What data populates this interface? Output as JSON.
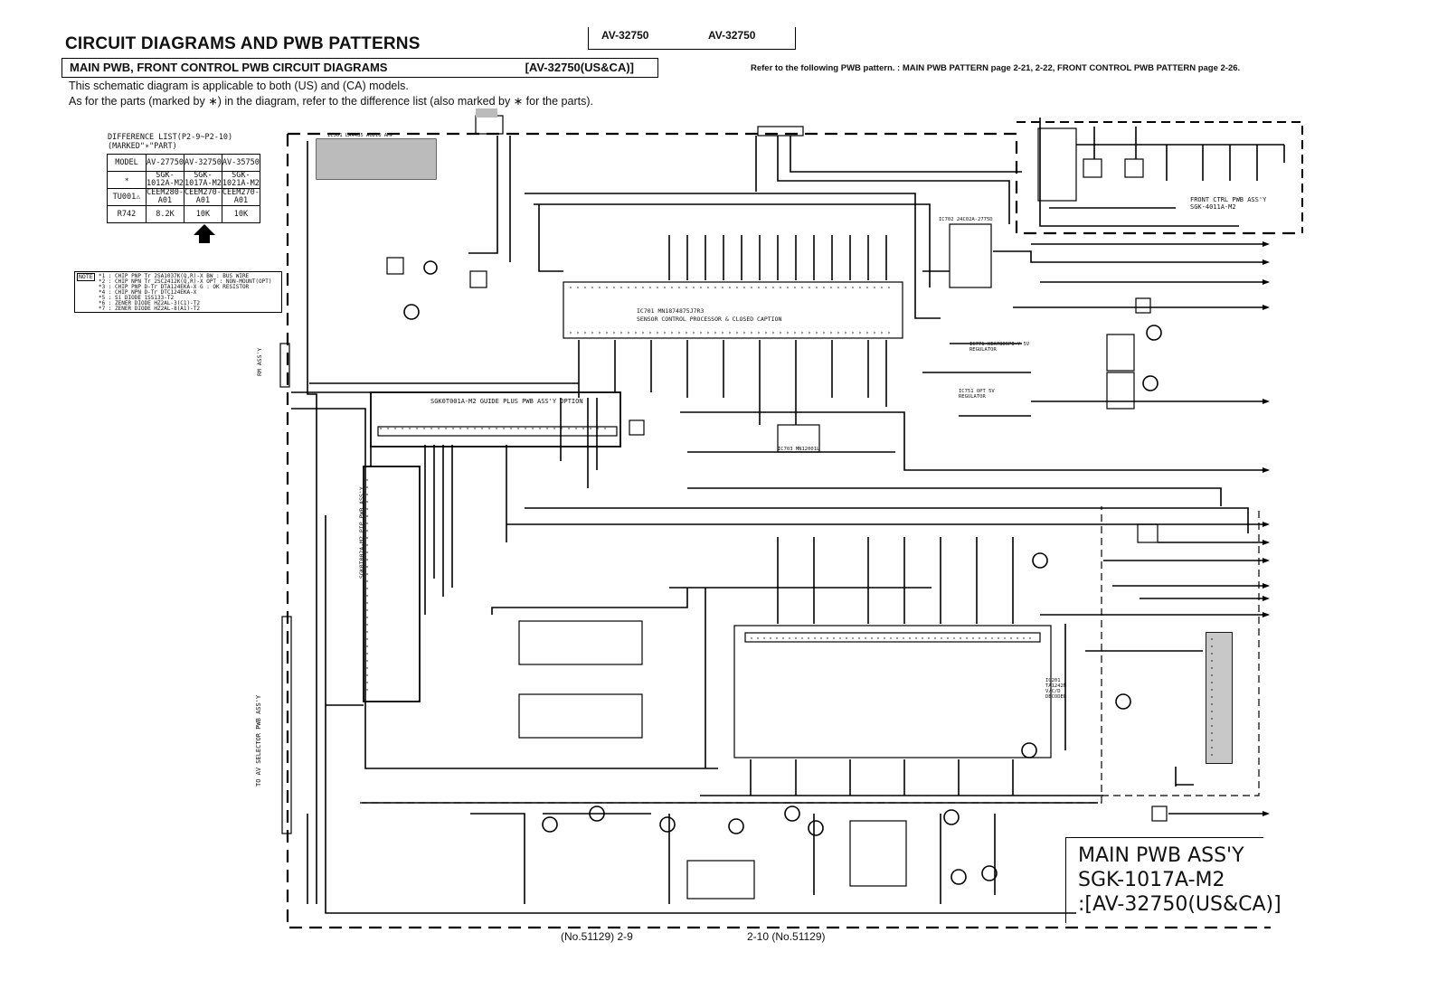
{
  "header": {
    "title": "CIRCUIT DIAGRAMS AND PWB PATTERNS",
    "model_left": "AV-32750",
    "model_right": "AV-32750",
    "subtitle": "MAIN PWB, FRONT CONTROL PWB CIRCUIT DIAGRAMS",
    "subtitle_model": "[AV-32750(US&CA)]",
    "refer_note": "Refer to the following PWB pattern. : MAIN PWB PATTERN page 2-21, 2-22, FRONT CONTROL PWB PATTERN page 2-26.",
    "note_line1": "This schematic diagram is applicable to both (US) and (CA) models.",
    "note_line2": "As for the parts (marked by ∗) in the diagram, refer to the difference list (also marked by ∗ for the parts)."
  },
  "difference_list": {
    "title_line1": "DIFFERENCE LIST(P2-9~P2-10)",
    "title_line2": "(MARKED\"∗\"PART)",
    "rows": [
      [
        "MODEL",
        "AV-27750",
        "AV-32750",
        "AV-35750"
      ],
      [
        "∗",
        "SGK-1012A-M2",
        "SGK-1017A-M2",
        "SGK-1021A-M2"
      ],
      [
        "TU001⚠",
        "CEEM280-A01",
        "CEEM270-A01",
        "CEEM270-A01"
      ],
      [
        "R742",
        "8.2K",
        "10K",
        "10K"
      ]
    ]
  },
  "note_box": {
    "label": "NOTE",
    "lines": [
      "*1 : CHIP PNP Tr   2SA1037K(Q,R)-X    BW : BUS WIRE",
      "*2 : CHIP NPN Tr   2SC2412K(Q,R)-X    OPT : NON-MOUNT(OPT)",
      "*3 : CHIP PNP D-Tr DTA124EKA-X        G : OK RESISTOR",
      "*4 : CHIP NPN D-Tr DTC124EKA-X",
      "*5 : Si DIODE      1SS133-T2",
      "*6 : ZENER DIODE   HZ2AL-3(C1)-T2",
      "*7 : ZENER DIODE   HZ2AL-8(A1)-T2"
    ]
  },
  "blocks": {
    "ic701": "IC701 MN1874875J7R3",
    "ic701_sub": "SENSOR CONTROL PROCESSOR & CLOSED CAPTION",
    "guide_plus": "SGK0T001A-M2    GUIDE PLUS PWB ASS'Y   OPTION",
    "pip_pwb": "SGK0T002A-M2  PIP PWB ASS'Y",
    "front_ctrl_1": "FRONT CTRL PWB ASS'Y",
    "front_ctrl_2": "SGK-4011A-M2",
    "ic501": "IC501 LA4485   AUDIO AMP",
    "ic201": "IC201 TA1242N V/C/D DECODER",
    "ic702": "IC702 24C02A-2775D",
    "ic703": "IC703 MN12001L",
    "ic771": "IC771 KIA7805PI-Y 5V REGULATOR",
    "ic751": "IC751 OPT 5V REGULATOR",
    "av_selector": "TO AV SELECTOR PWB ASS'Y",
    "rm_ass": "RM ASS'Y"
  },
  "main_label": {
    "line1": "MAIN PWB ASS'Y",
    "line2": "SGK-1017A-M2",
    "line3": ":[AV-32750(US&CA)]"
  },
  "footer": {
    "left_page": "(No.51129) 2-9",
    "right_page": "2-10 (No.51129)"
  }
}
